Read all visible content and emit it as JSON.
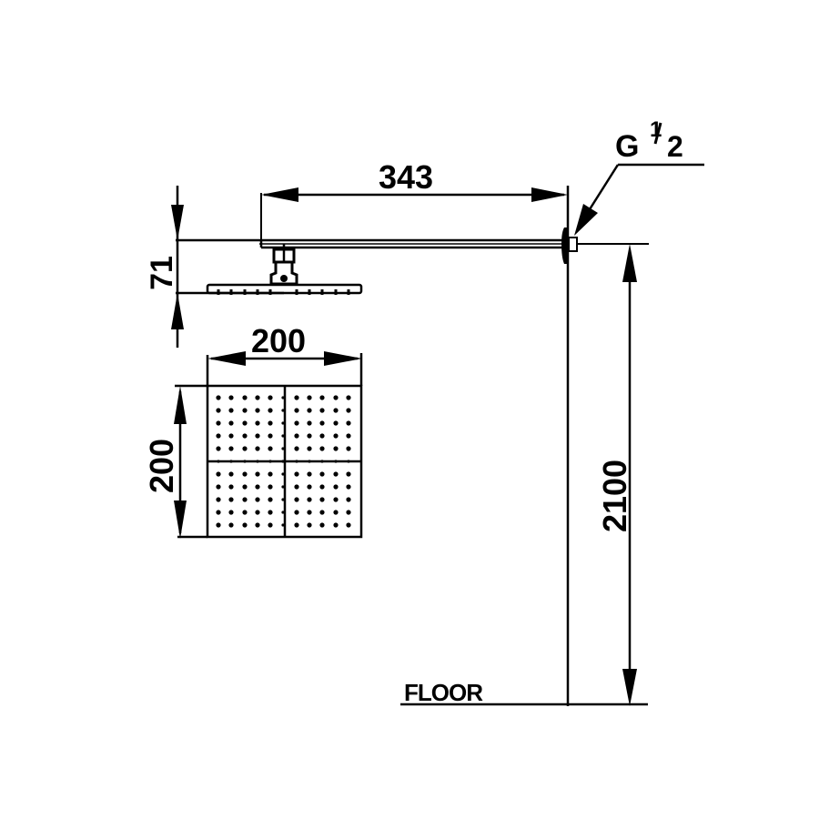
{
  "diagram": {
    "title": "Shower head with wall arm - dimension drawing",
    "colors": {
      "line": "#000000",
      "background": "#ffffff"
    },
    "dimensions": {
      "arm_length": "343",
      "head_height": "71",
      "head_width": "200",
      "head_depth": "200",
      "mount_height": "2100"
    },
    "labels": {
      "thread": "G",
      "thread_num": "1",
      "thread_den": "2",
      "floor": "FLOOR"
    },
    "top_view": {
      "quadrants": 4,
      "nozzle_rows_per_quadrant": 5,
      "nozzle_cols_per_quadrant": 5
    }
  }
}
